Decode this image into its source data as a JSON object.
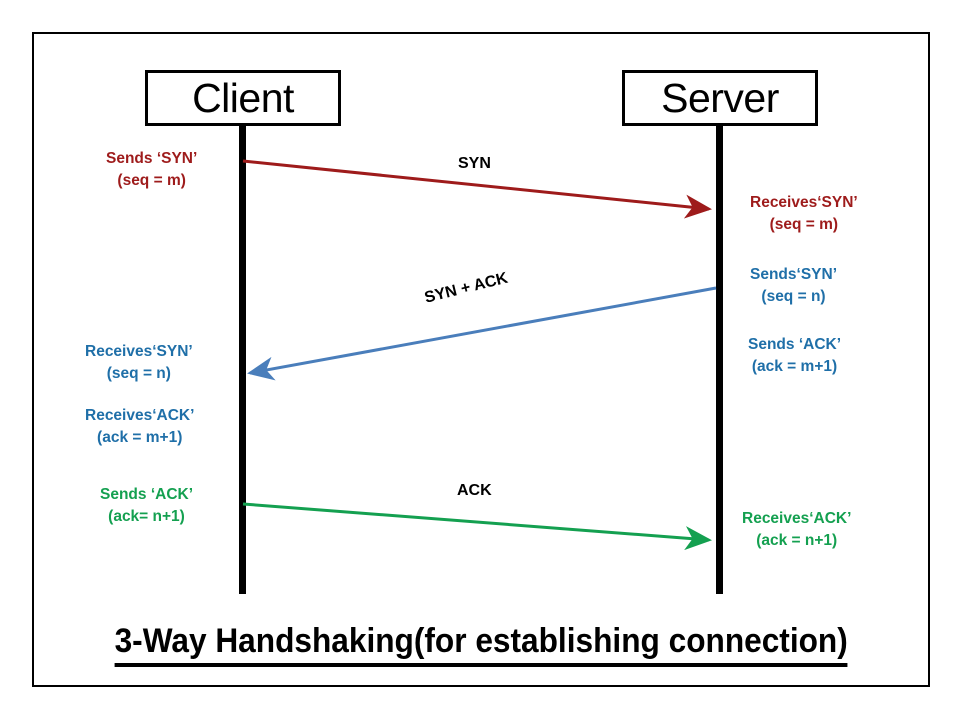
{
  "diagram": {
    "title": "3-Way Handshaking(for establishing connection)",
    "actors": {
      "client": "Client",
      "server": "Server"
    },
    "colors": {
      "syn": "#9e1b1b",
      "syn_ack": "#4a7ebb",
      "ack": "#14a050",
      "lifeline": "#000000",
      "frame": "#000000",
      "label": "#000000"
    },
    "messages": [
      {
        "name": "syn",
        "label": "SYN",
        "direction": "client-to-server",
        "color": "#9e1b1b"
      },
      {
        "name": "syn-ack",
        "label": "SYN + ACK",
        "direction": "server-to-client",
        "color": "#4a7ebb"
      },
      {
        "name": "ack",
        "label": "ACK",
        "direction": "client-to-server",
        "color": "#14a050"
      }
    ],
    "notes": {
      "client_sends_syn": {
        "line1": "Sends ‘SYN’",
        "line2": "(seq = m)"
      },
      "server_recv_syn": {
        "line1": "Receives‘SYN’",
        "line2": "(seq = m)"
      },
      "server_sends_syn": {
        "line1": "Sends‘SYN’",
        "line2": "(seq = n)"
      },
      "server_sends_ack": {
        "line1": "Sends ‘ACK’",
        "line2": "(ack = m+1)"
      },
      "client_recv_syn": {
        "line1": "Receives‘SYN’",
        "line2": "(seq = n)"
      },
      "client_recv_ack": {
        "line1": "Receives‘ACK’",
        "line2": "(ack = m+1)"
      },
      "client_sends_ack": {
        "line1": "Sends ‘ACK’",
        "line2": "(ack= n+1)"
      },
      "server_recv_ack": {
        "line1": "Receives‘ACK’",
        "line2": "(ack = n+1)"
      }
    }
  }
}
